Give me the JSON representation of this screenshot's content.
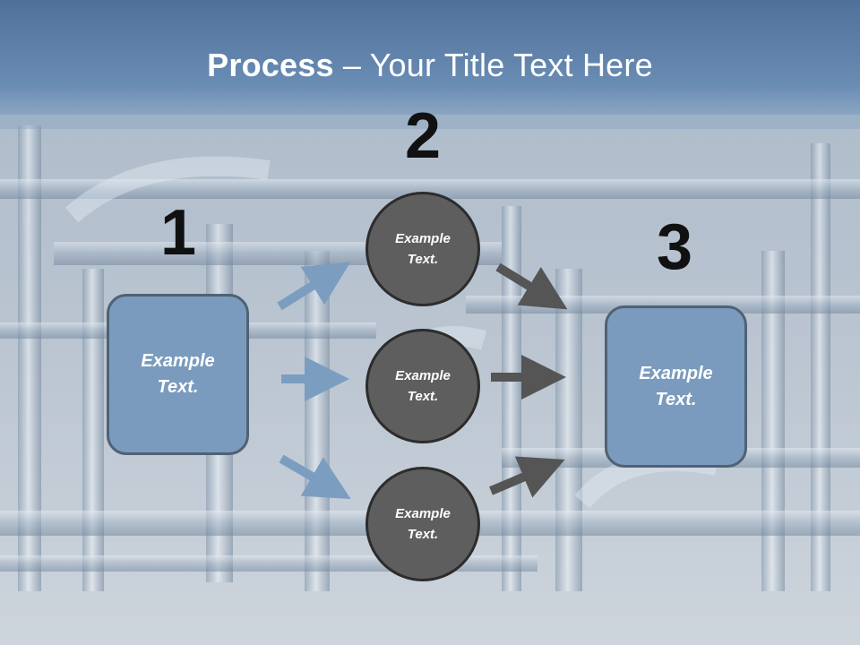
{
  "title": {
    "bold": "Process",
    "rest": " – Your Title Text Here"
  },
  "steps": [
    {
      "number": "1",
      "line1": "Example",
      "line2": "Text."
    },
    {
      "number": "2"
    },
    {
      "number": "3",
      "line1": "Example",
      "line2": "Text."
    }
  ],
  "circles": [
    {
      "line1": "Example",
      "line2": "Text."
    },
    {
      "line1": "Example",
      "line2": "Text."
    },
    {
      "line1": "Example",
      "line2": "Text."
    }
  ],
  "colors": {
    "box_fill": "#7a9bbd",
    "circle_fill": "#5e5e5e",
    "arrow_blue": "#7b9dc0",
    "arrow_dark": "#555555",
    "header_band": "#5f83ad"
  }
}
